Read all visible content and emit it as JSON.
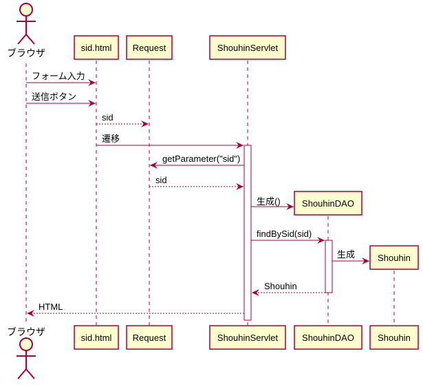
{
  "participants": {
    "browser": "ブラウザ",
    "sid_html": "sid.html",
    "request": "Request",
    "servlet": "ShouhinServlet",
    "dao": "ShouhinDAO",
    "shouhin": "Shouhin"
  },
  "messages": [
    {
      "from": "browser",
      "to": "sid_html",
      "label": "フォーム入力",
      "type": "sync"
    },
    {
      "from": "browser",
      "to": "sid_html",
      "label": "送信ボタン",
      "type": "sync"
    },
    {
      "from": "sid_html",
      "to": "request",
      "label": "sid",
      "type": "return"
    },
    {
      "from": "sid_html",
      "to": "servlet",
      "label": "遷移",
      "type": "sync"
    },
    {
      "from": "servlet",
      "to": "request",
      "label": "getParameter(\"sid\")",
      "type": "sync"
    },
    {
      "from": "request",
      "to": "servlet",
      "label": "sid",
      "type": "return"
    },
    {
      "from": "servlet",
      "to": "dao",
      "label": "生成()",
      "type": "create"
    },
    {
      "from": "servlet",
      "to": "dao",
      "label": "findBySid(sid)",
      "type": "sync"
    },
    {
      "from": "dao",
      "to": "shouhin",
      "label": "生成",
      "type": "create"
    },
    {
      "from": "dao",
      "to": "servlet",
      "label": "Shouhin",
      "type": "return"
    },
    {
      "from": "servlet",
      "to": "browser",
      "label": "HTML",
      "type": "return"
    }
  ]
}
